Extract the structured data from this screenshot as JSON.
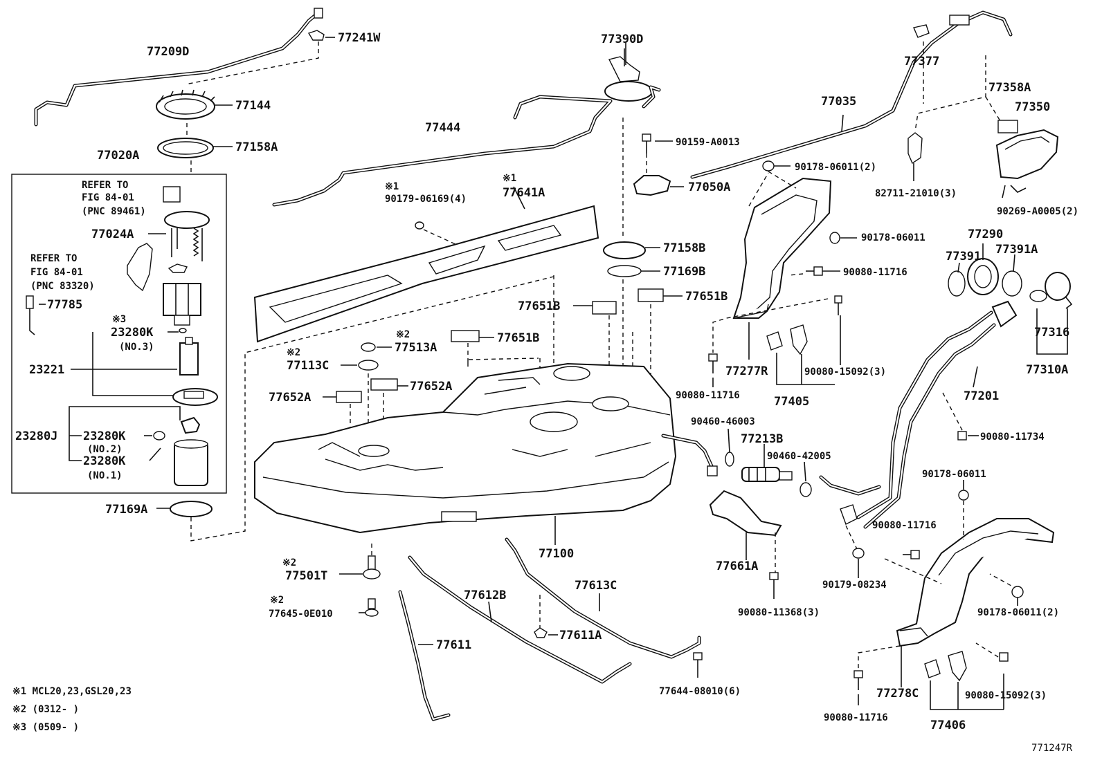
{
  "diagram": {
    "figure_id": "771247R",
    "notes": [
      "※1 MCL20,23,GSL20,23",
      "※2 (0312-      )",
      "※3 (0509-      )"
    ],
    "inset": {
      "ref1_line1": "REFER TO",
      "ref1_line2": "FIG 84-01",
      "ref1_line3": "(PNC 89461)",
      "ref2_line1": "REFER TO",
      "ref2_line2": "FIG 84-01",
      "ref2_line3": "(PNC 83320)"
    },
    "labels": {
      "p77209D": "77209D",
      "p77241W": "77241W",
      "p77144": "77144",
      "p77158A": "77158A",
      "p77020A": "77020A",
      "p77024A": "77024A",
      "p77785": "77785",
      "m3a": "※3",
      "p23280K_3": "23280K",
      "no3": "(NO.3)",
      "p23221": "23221",
      "p23280J": "23280J",
      "p23280K_2": "23280K",
      "no2": "(NO.2)",
      "p23280K_1": "23280K",
      "no1": "(NO.1)",
      "p77169A": "77169A",
      "p77390D": "77390D",
      "p77444": "77444",
      "m1a": "※1",
      "p90179_06169": "90179-06169(4)",
      "m1b": "※1",
      "p77641A": "77641A",
      "m2a": "※2",
      "p77513A": "77513A",
      "m2b": "※2",
      "p77113C": "77113C",
      "p77651B_a": "77651B",
      "p77652A_a": "77652A",
      "p77652A_b": "77652A",
      "p77651B_b": "77651B",
      "p77651B_c": "77651B",
      "p77158B": "77158B",
      "p77169B": "77169B",
      "p90159_A0013": "90159-A0013",
      "p77050A": "77050A",
      "p77035": "77035",
      "p77377": "77377",
      "p77358A": "77358A",
      "p77350": "77350",
      "p90178_06011_2a": "90178-06011(2)",
      "p82711_21010": "82711-21010(3)",
      "p90269_A0005": "90269-A0005(2)",
      "p90178_06011_a": "90178-06011",
      "p77290": "77290",
      "p77391": "77391",
      "p77391A": "77391A",
      "p90080_11716_a": "90080-11716",
      "p77316": "77316",
      "p77310A": "77310A",
      "p77277R": "77277R",
      "p90080_15092_a": "90080-15092(3)",
      "p90080_11716_b": "90080-11716",
      "p77405": "77405",
      "p77201": "77201",
      "p90460_46003": "90460-46003",
      "p77213B": "77213B",
      "p90460_42005": "90460-42005",
      "p90080_11734": "90080-11734",
      "p90178_06011_b": "90178-06011",
      "p90080_11716_c": "90080-11716",
      "p77100": "77100",
      "m2c": "※2",
      "p77501T": "77501T",
      "m2d": "※2",
      "p77645_0E010": "77645-0E010",
      "p77612B": "77612B",
      "p77613C": "77613C",
      "p77611": "77611",
      "p77611A": "77611A",
      "p77661A": "77661A",
      "p90080_11368": "90080-11368(3)",
      "p90179_08234": "90179-08234",
      "p90178_06011_2b": "90178-06011(2)",
      "p77644_08010": "77644-08010(6)",
      "p77278C": "77278C",
      "p90080_15092_b": "90080-15092(3)",
      "p90080_11716_d": "90080-11716",
      "p77406": "77406"
    }
  }
}
